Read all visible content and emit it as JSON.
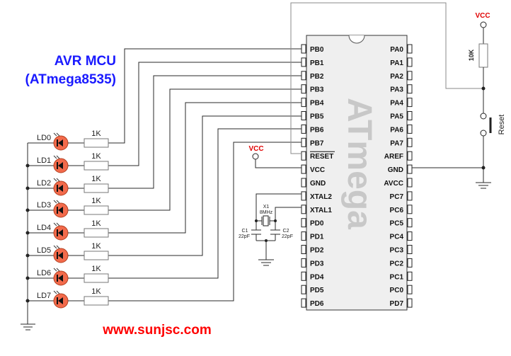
{
  "title": {
    "line1": "AVR MCU",
    "line2": "(ATmega8535)"
  },
  "website": "www.sunjsc.com",
  "chip": {
    "watermark": "ATmega",
    "left_pins": [
      "PB0",
      "PB1",
      "PB2",
      "PB3",
      "PB4",
      "PB5",
      "PB6",
      "PB7",
      "RESET",
      "VCC",
      "GND",
      "XTAL2",
      "XTAL1",
      "PD0",
      "PD1",
      "PD2",
      "PD3",
      "PD4",
      "PD5",
      "PD6"
    ],
    "right_pins": [
      "PA0",
      "PA1",
      "PA2",
      "PA3",
      "PA4",
      "PA5",
      "PA6",
      "PA7",
      "AREF",
      "GND",
      "AVCC",
      "PC7",
      "PC6",
      "PC5",
      "PC4",
      "PC3",
      "PC2",
      "PC1",
      "PC0",
      "PD7"
    ]
  },
  "leds": [
    {
      "label": "LD0",
      "resistor": "1K"
    },
    {
      "label": "LD1",
      "resistor": "1K"
    },
    {
      "label": "LD2",
      "resistor": "1K"
    },
    {
      "label": "LD3",
      "resistor": "1K"
    },
    {
      "label": "LD4",
      "resistor": "1K"
    },
    {
      "label": "LD5",
      "resistor": "1K"
    },
    {
      "label": "LD6",
      "resistor": "1K"
    },
    {
      "label": "LD7",
      "resistor": "1K"
    }
  ],
  "crystal": {
    "ref": "X1",
    "value": "8MHz"
  },
  "capacitors": [
    {
      "ref": "C1",
      "value": "22pF"
    },
    {
      "ref": "C2",
      "value": "22pF"
    }
  ],
  "reset_circuit": {
    "vcc_label": "VCC",
    "resistor": "10K",
    "button_label": "Reset"
  },
  "vcc_label": "VCC",
  "colors": {
    "title": "#1a1aff",
    "website": "#ff0000",
    "vcc": "#e00000",
    "led": "#f26a4b"
  }
}
